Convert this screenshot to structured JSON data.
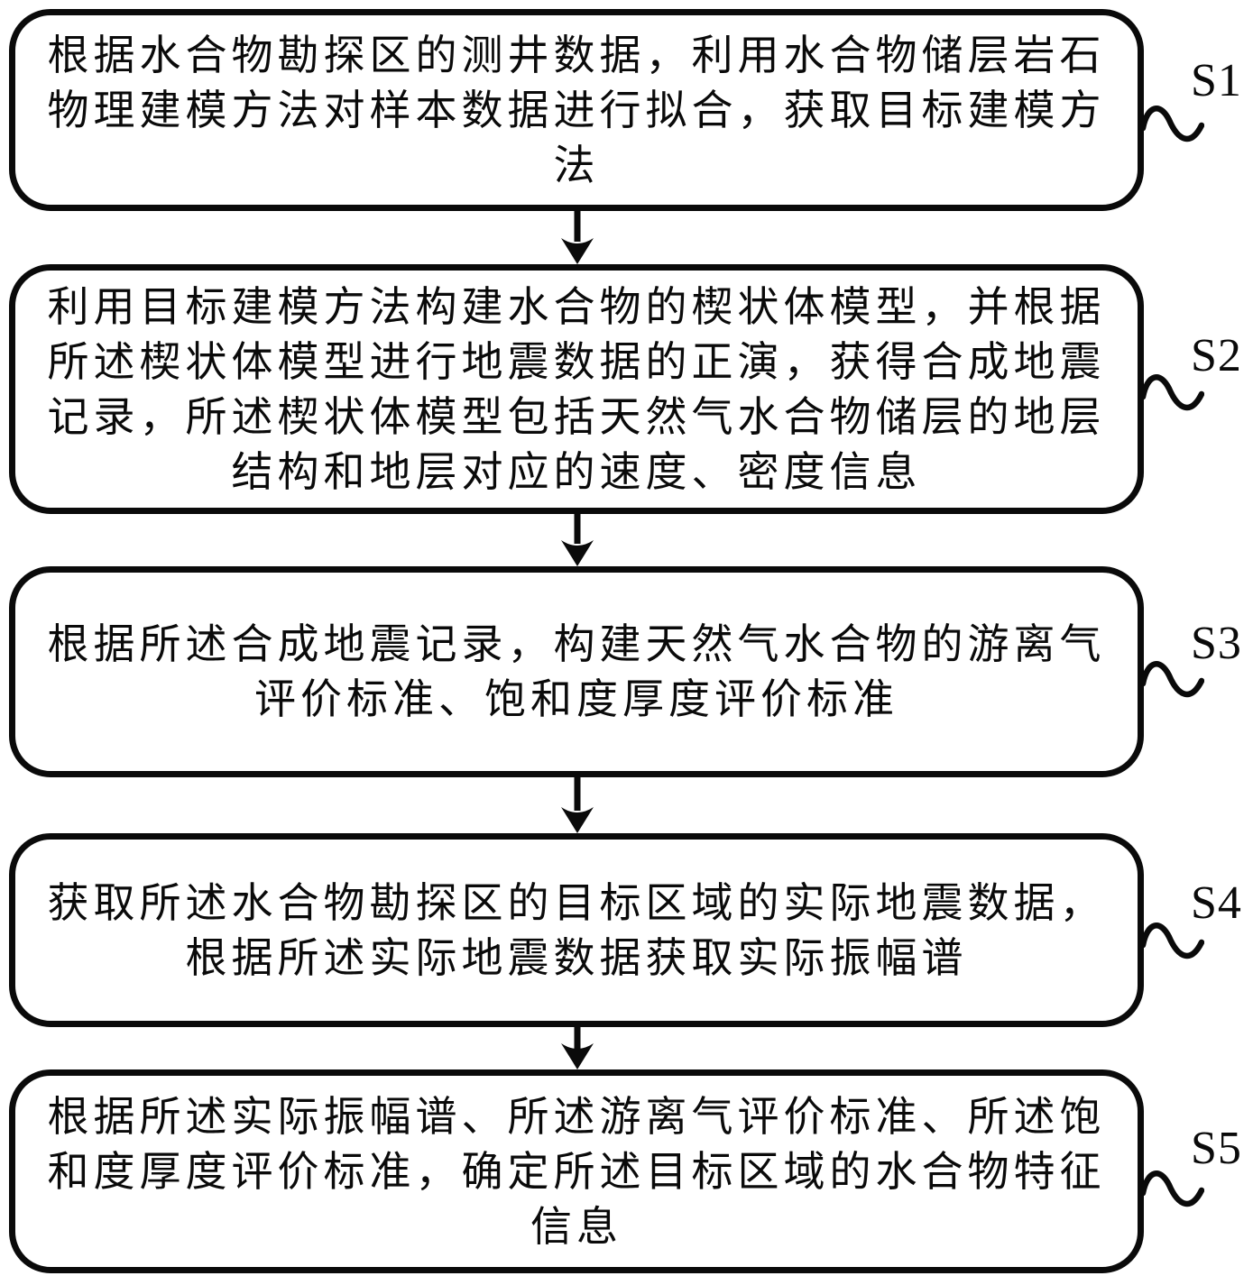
{
  "figure": {
    "type": "flowchart",
    "colors": {
      "ink": "#0a0a0a",
      "background": "#ffffff"
    },
    "boxes": [
      {
        "label": "S1",
        "lines": [
          "根据水合物勘探区的测井数据，利用水合物储层岩石",
          "物理建模方法对样本数据进行拟合，获取目标建模方",
          "法"
        ]
      },
      {
        "label": "S2",
        "lines": [
          "利用目标建模方法构建水合物的楔状体模型，并根据",
          "所述楔状体模型进行地震数据的正演，获得合成地震",
          "记录，所述楔状体模型包括天然气水合物储层的地层",
          "结构和地层对应的速度、密度信息"
        ]
      },
      {
        "label": "S3",
        "lines": [
          "根据所述合成地震记录，构建天然气水合物的游离气",
          "评价标准、饱和度厚度评价标准"
        ]
      },
      {
        "label": "S4",
        "lines": [
          "获取所述水合物勘探区的目标区域的实际地震数据，",
          "根据所述实际地震数据获取实际振幅谱"
        ]
      },
      {
        "label": "S5",
        "lines": [
          "根据所述实际振幅谱、所述游离气评价标准、所述饱",
          "和度厚度评价标准，确定所述目标区域的水合物特征",
          "信息"
        ]
      }
    ]
  }
}
